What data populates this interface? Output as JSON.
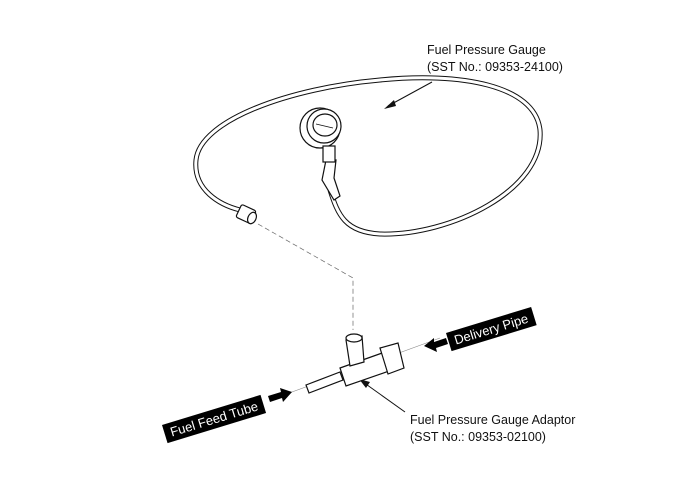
{
  "gauge": {
    "name": "Fuel Pressure Gauge",
    "sst": "(SST No.: 09353-24100)"
  },
  "adaptor": {
    "name": "Fuel Pressure Gauge Adaptor",
    "sst": "(SST No.: 09353-02100)"
  },
  "tags": {
    "delivery_pipe": "Delivery Pipe",
    "fuel_feed_tube": "Fuel Feed Tube"
  }
}
